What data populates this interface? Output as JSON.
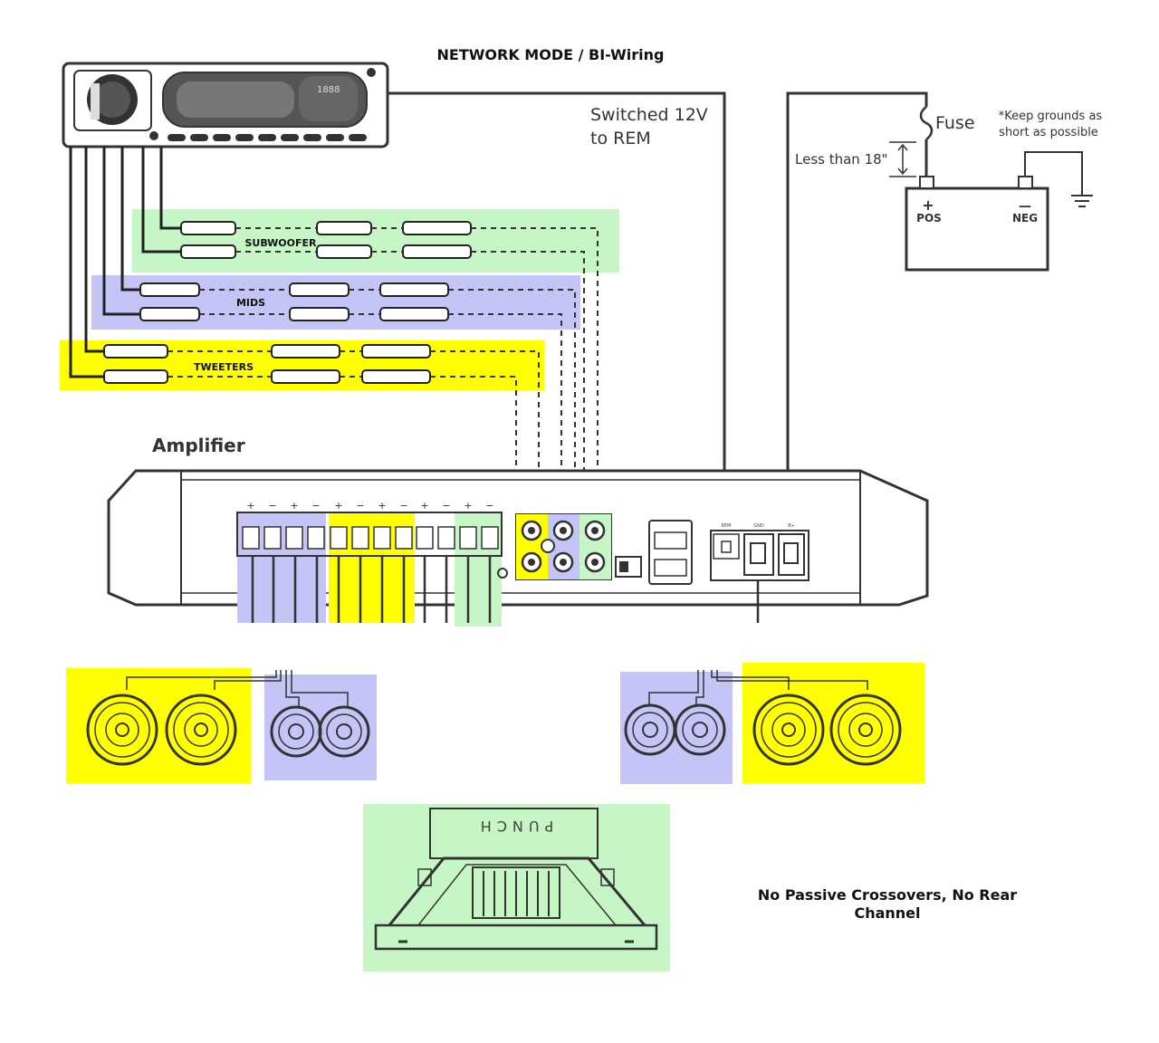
{
  "title": "NETWORK MODE / BI-Wiring",
  "bands": {
    "subwoofer": "SUBWOOFER",
    "mids": "MIDS",
    "tweeters": "TWEETERS"
  },
  "remote_label_line1": "Switched 12V",
  "remote_label_line2": "to REM",
  "fuse_label": "Fuse",
  "distance_label": "Less than 18\"",
  "grounds_note_line1": "*Keep grounds as",
  "grounds_note_line2": "short as possible",
  "battery": {
    "pos_symbol": "+",
    "pos_label": "POS",
    "neg_symbol": "—",
    "neg_label": "NEG"
  },
  "amplifier_label": "Amplifier",
  "terminal_polarity": [
    "+",
    "−",
    "+",
    "−",
    "+",
    "−",
    "+",
    "−",
    "+",
    "−",
    "+",
    "−"
  ],
  "power_terminals": [
    "REM",
    "GND",
    "B+"
  ],
  "sub_logo": "PUNCH",
  "footer_line1": "No Passive Crossovers, No Rear",
  "footer_line2": "Channel",
  "colors": {
    "subwoofer": "#c6f5c6",
    "mids": "#c4c4f7",
    "tweeters": "#ffff00",
    "line": "#333333"
  }
}
